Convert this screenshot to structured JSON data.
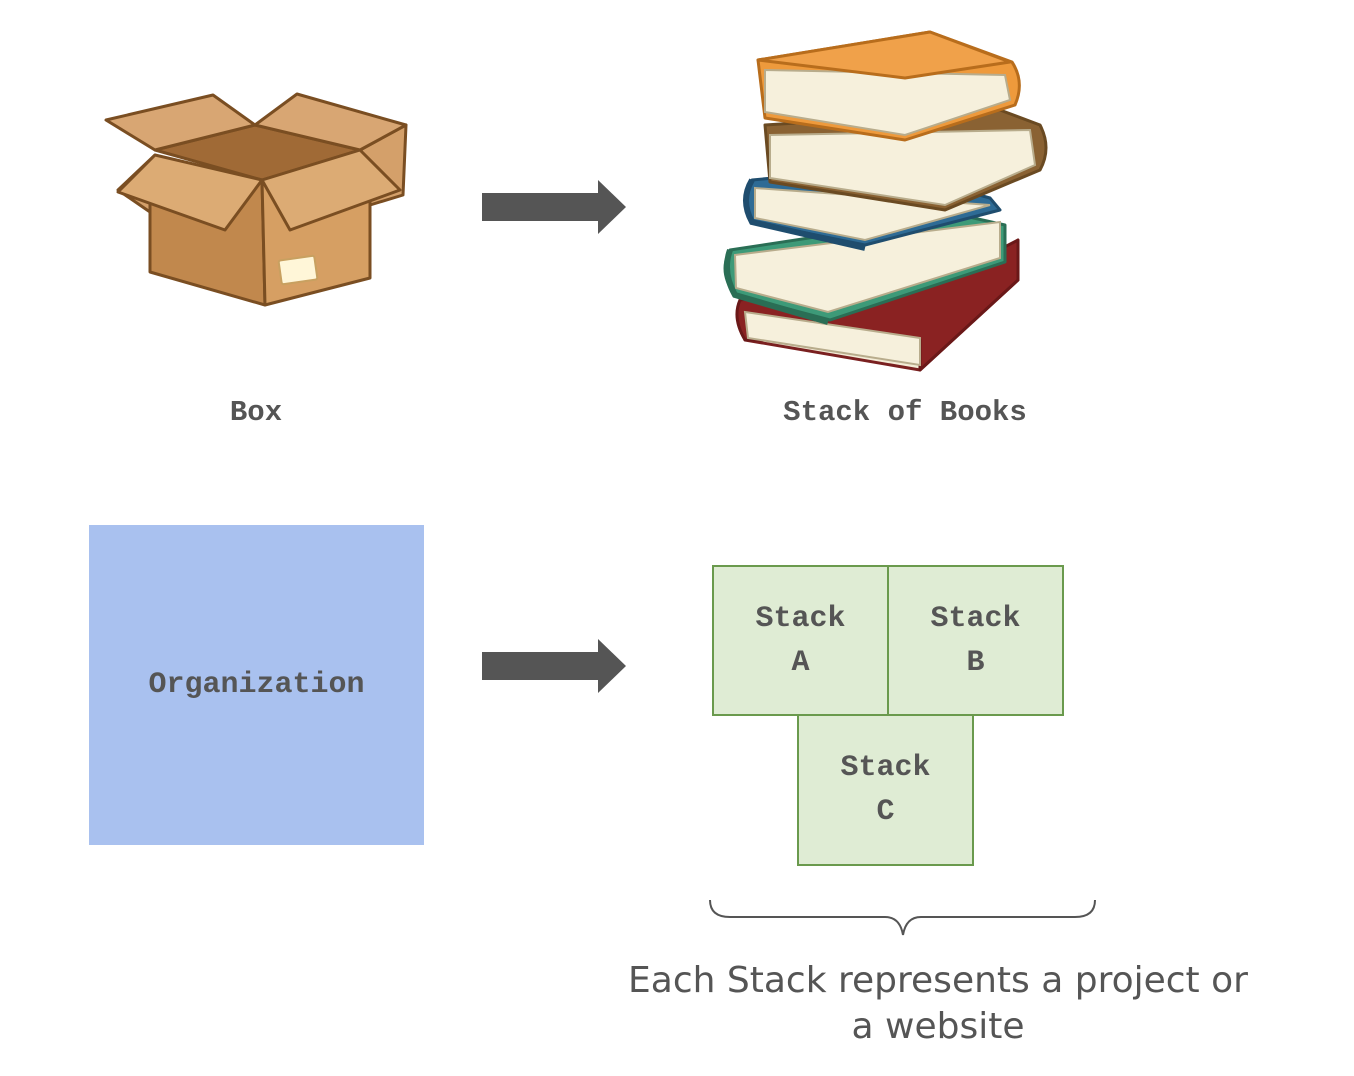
{
  "top_row": {
    "left_label": "Box",
    "right_label": "Stack of Books",
    "left_icon": "cardboard-box-icon",
    "right_icon": "book-stack-icon"
  },
  "bottom_row": {
    "organization_label": "Organization",
    "stacks": [
      {
        "line1": "Stack",
        "line2": "A"
      },
      {
        "line1": "Stack",
        "line2": "B"
      },
      {
        "line1": "Stack",
        "line2": "C"
      }
    ],
    "caption_line1": "Each Stack represents a project or",
    "caption_line2": "a website"
  },
  "colors": {
    "organization_fill": "#a9c1ef",
    "stack_fill": "#dfecd4",
    "stack_border": "#6a9a4d",
    "arrow": "#555555"
  }
}
